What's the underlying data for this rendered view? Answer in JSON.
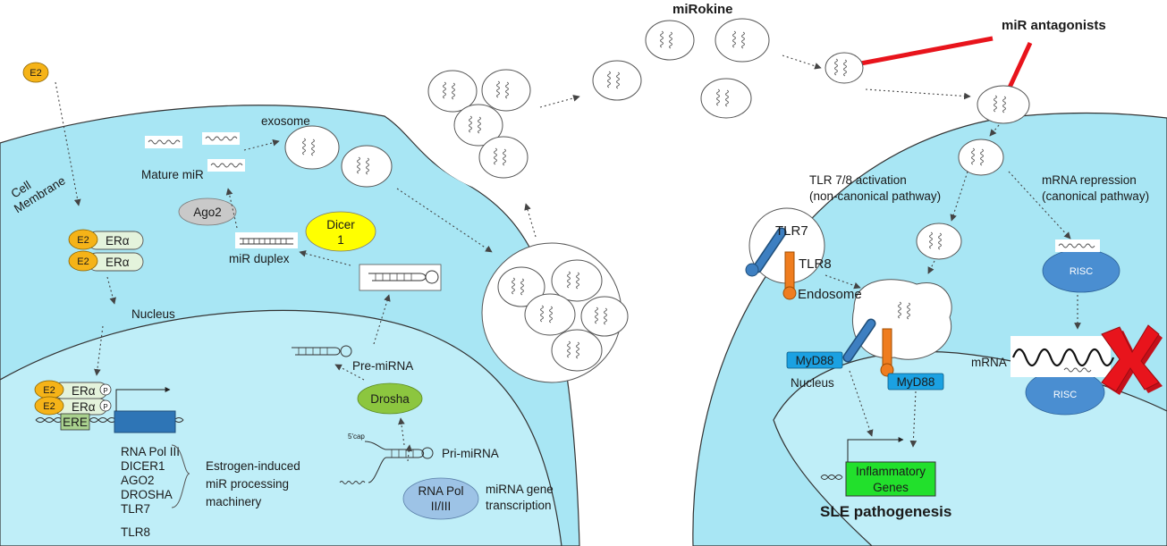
{
  "labels": {
    "mirokine": "miRokine",
    "mir_antagonists": "miR antagonists",
    "e2": "E2",
    "cell_membrane_line1": "Cell",
    "cell_membrane_line2": "Membrane",
    "er_alpha": "ERα",
    "exosome": "exosome",
    "mature_mir": "Mature miR",
    "ago2": "Ago2",
    "dicer_line1": "Dicer",
    "dicer_line2": "1",
    "mir_duplex": "miR duplex",
    "nucleus_left": "Nucleus",
    "pre_mirna": "Pre-miRNA",
    "drosha": "Drosha",
    "pri_mirna": "Pri-miRNA",
    "five_cap": "5'cap",
    "rna_pol_line1": "RNA Pol",
    "rna_pol_line2": "II/III",
    "mirna_gene_line1": "miRNA gene",
    "mirna_gene_line2": "transcription",
    "ere": "ERE",
    "phospho": "P",
    "machinery_list": [
      "RNA Pol III",
      "DICER1",
      "AGO2",
      "DROSHA",
      "TLR7",
      "TLR8"
    ],
    "estrogen_line1": "Estrogen-induced",
    "estrogen_line2": "miR processing",
    "estrogen_line3": "machinery",
    "tlr_activation_line1": "TLR 7/8 activation",
    "tlr_activation_line2": "(non-canonical pathway)",
    "mrna_repression_line1": "mRNA repression",
    "mrna_repression_line2": "(canonical pathway)",
    "tlr7": "TLR7",
    "tlr8": "TLR8",
    "endosome": "Endosome",
    "myd88": "MyD88",
    "nucleus_right": "Nucleus",
    "risc": "RISC",
    "mrna": "mRNA",
    "inflammatory_line1": "Inflammatory",
    "inflammatory_line2": "Genes",
    "sle": "SLE pathogenesis"
  },
  "colors": {
    "cytoplasm": "#a8e6f4",
    "nucleus": "#bfeef8",
    "e2": "#f5b318",
    "er_alpha": "#e4f3dc",
    "ago2": "#c9c9c9",
    "dicer": "#ffff00",
    "drosha": "#8cc63f",
    "rna_pol": "#9dc3e6",
    "risc": "#4a8ed1",
    "myd88": "#1ba1e2",
    "tlr7": "#3d7fc1",
    "tlr8": "#ef7d1f",
    "inflammatory": "#22e02c",
    "inhibitor": "#e8141c",
    "cross": "#e8141c",
    "gene_box": "#2e75b6",
    "ere": "#a9d18e"
  }
}
